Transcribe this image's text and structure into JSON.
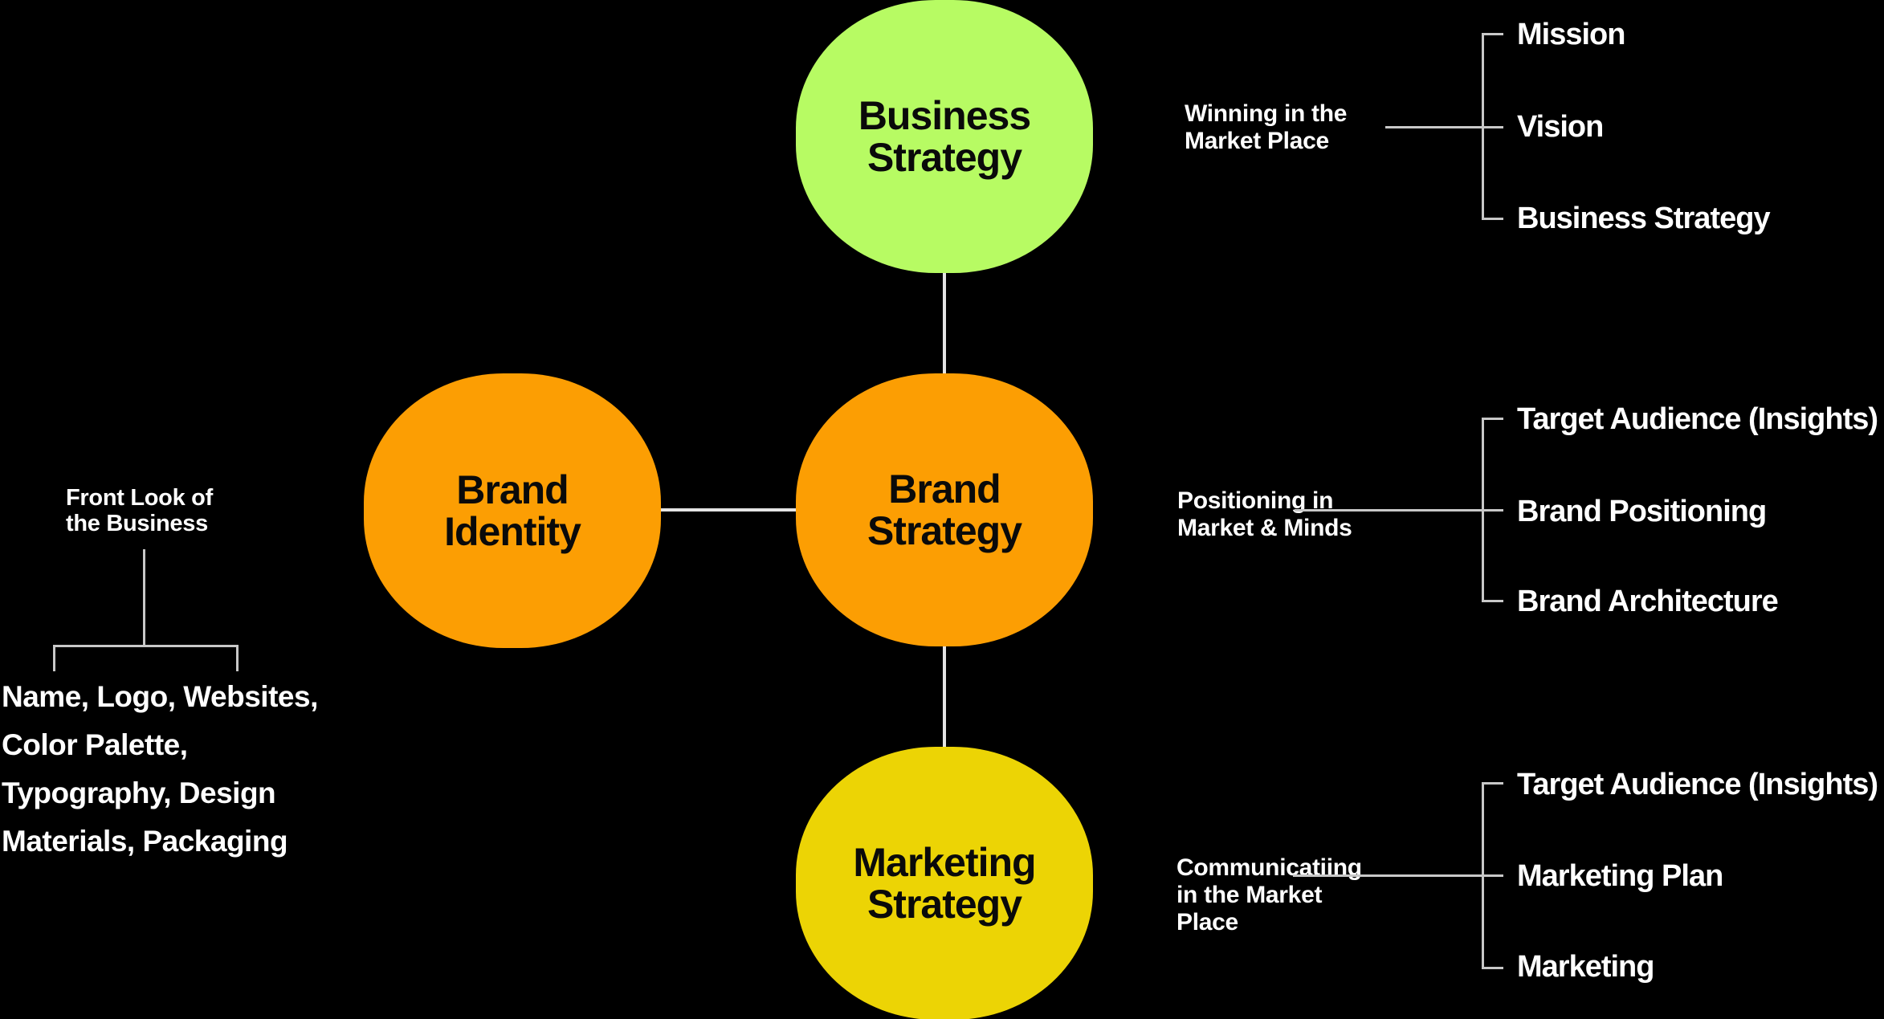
{
  "nodes": {
    "business_strategy": {
      "line1": "Business",
      "line2": "Strategy",
      "color": "#b7fb63"
    },
    "brand_identity": {
      "line1": "Brand",
      "line2": "Identity",
      "color": "#fc9e03"
    },
    "brand_strategy": {
      "line1": "Brand",
      "line2": "Strategy",
      "color": "#fc9e03"
    },
    "marketing_strategy": {
      "line1": "Marketing",
      "line2": "Strategy",
      "color": "#ecd405"
    }
  },
  "left_annotation": {
    "label_line1": "Front Look of",
    "label_line2": "the Business",
    "items_line1": "Name, Logo, Websites,",
    "items_line2": "Color Palette,",
    "items_line3": "Typography, Design",
    "items_line4": "Materials, Packaging"
  },
  "right_annotations": {
    "winning": {
      "label_line1": "Winning in the",
      "label_line2": "Market Place",
      "items": [
        "Mission",
        "Vision",
        "Business Strategy"
      ]
    },
    "positioning": {
      "label_line1": "Positioning in",
      "label_line2": "Market & Minds",
      "items": [
        "Target Audience (Insights)",
        "Brand Positioning",
        "Brand Architecture"
      ]
    },
    "communicating": {
      "label_line1": "Communicatiing",
      "label_line2": "in the Market",
      "label_line3": "Place",
      "items": [
        "Target Audience (Insights)",
        "Marketing Plan",
        "Marketing"
      ]
    }
  },
  "colors": {
    "background": "#000000",
    "node_green": "#b7fb63",
    "node_orange": "#fc9e03",
    "node_yellow": "#ecd405",
    "node_text": "#0a0a0a",
    "annotation_text": "#ffffff",
    "node_connector_line": "#e4e4e4",
    "annotation_line": "#c8c8c8"
  }
}
